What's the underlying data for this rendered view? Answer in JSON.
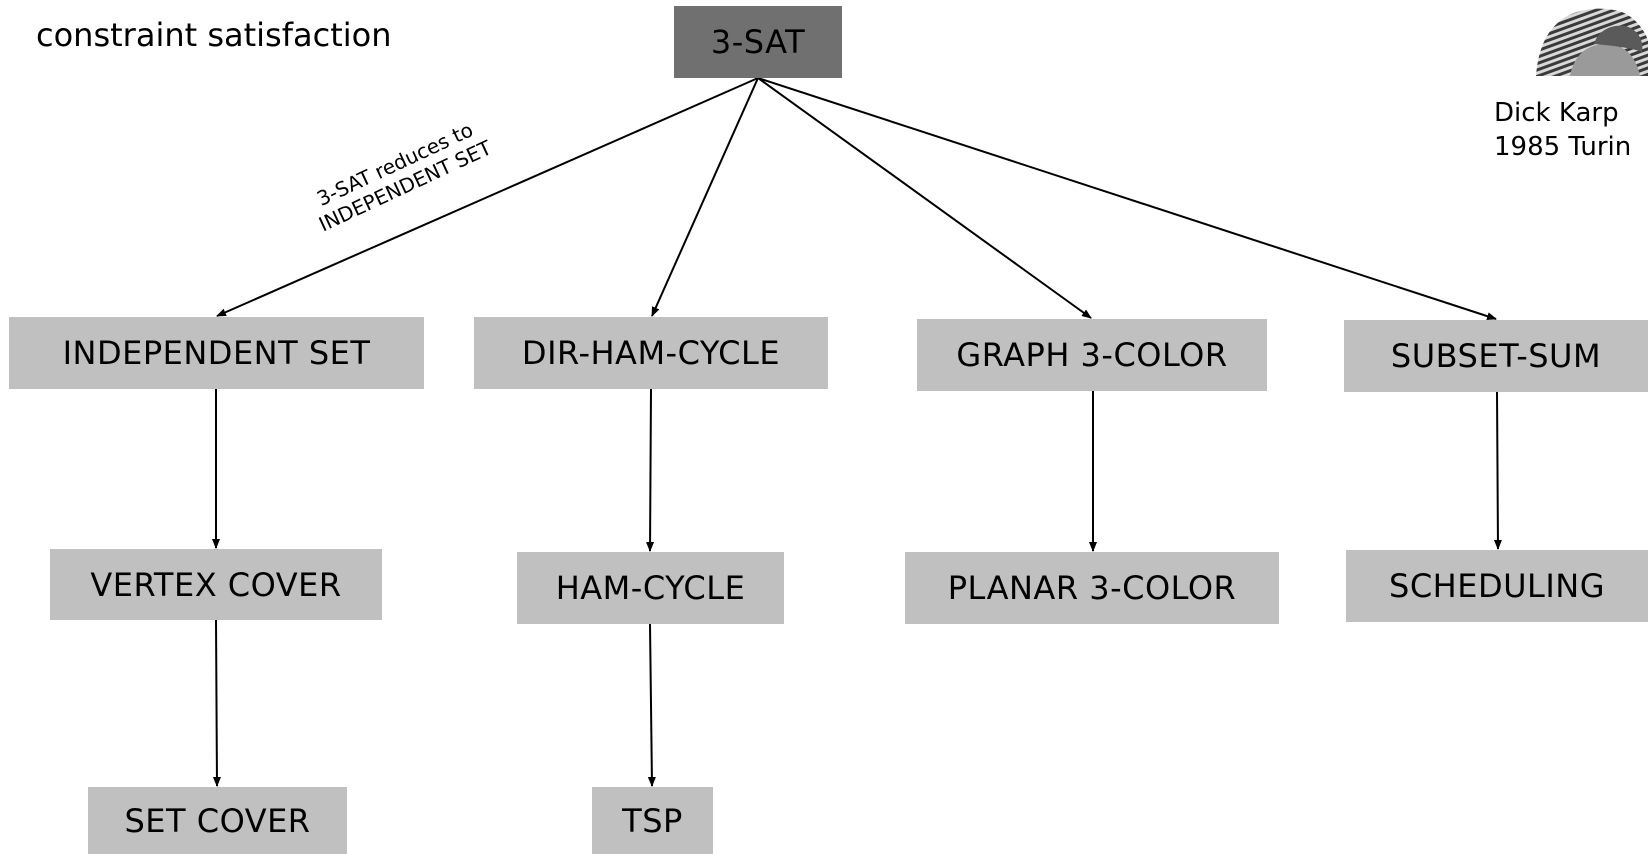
{
  "heading": "constraint satisfaction",
  "nodes": {
    "sat3": "3-SAT",
    "independent_set": "INDEPENDENT SET",
    "dir_ham_cycle": "DIR-HAM-CYCLE",
    "graph_3_color": "GRAPH 3-COLOR",
    "subset_sum": "SUBSET-SUM",
    "vertex_cover": "VERTEX COVER",
    "ham_cycle": "HAM-CYCLE",
    "planar_3_color": "PLANAR 3-COLOR",
    "scheduling": "SCHEDULING",
    "set_cover": "SET COVER",
    "tsp": "TSP"
  },
  "edge_label": {
    "line1": "3-SAT reduces to",
    "line2": "INDEPENDENT SET"
  },
  "credit": {
    "line1": "Dick Karp",
    "line2": "1985 Turin"
  },
  "colors": {
    "root_fill": "#707070",
    "node_fill": "#c0c0c0",
    "edge": "#000000"
  }
}
